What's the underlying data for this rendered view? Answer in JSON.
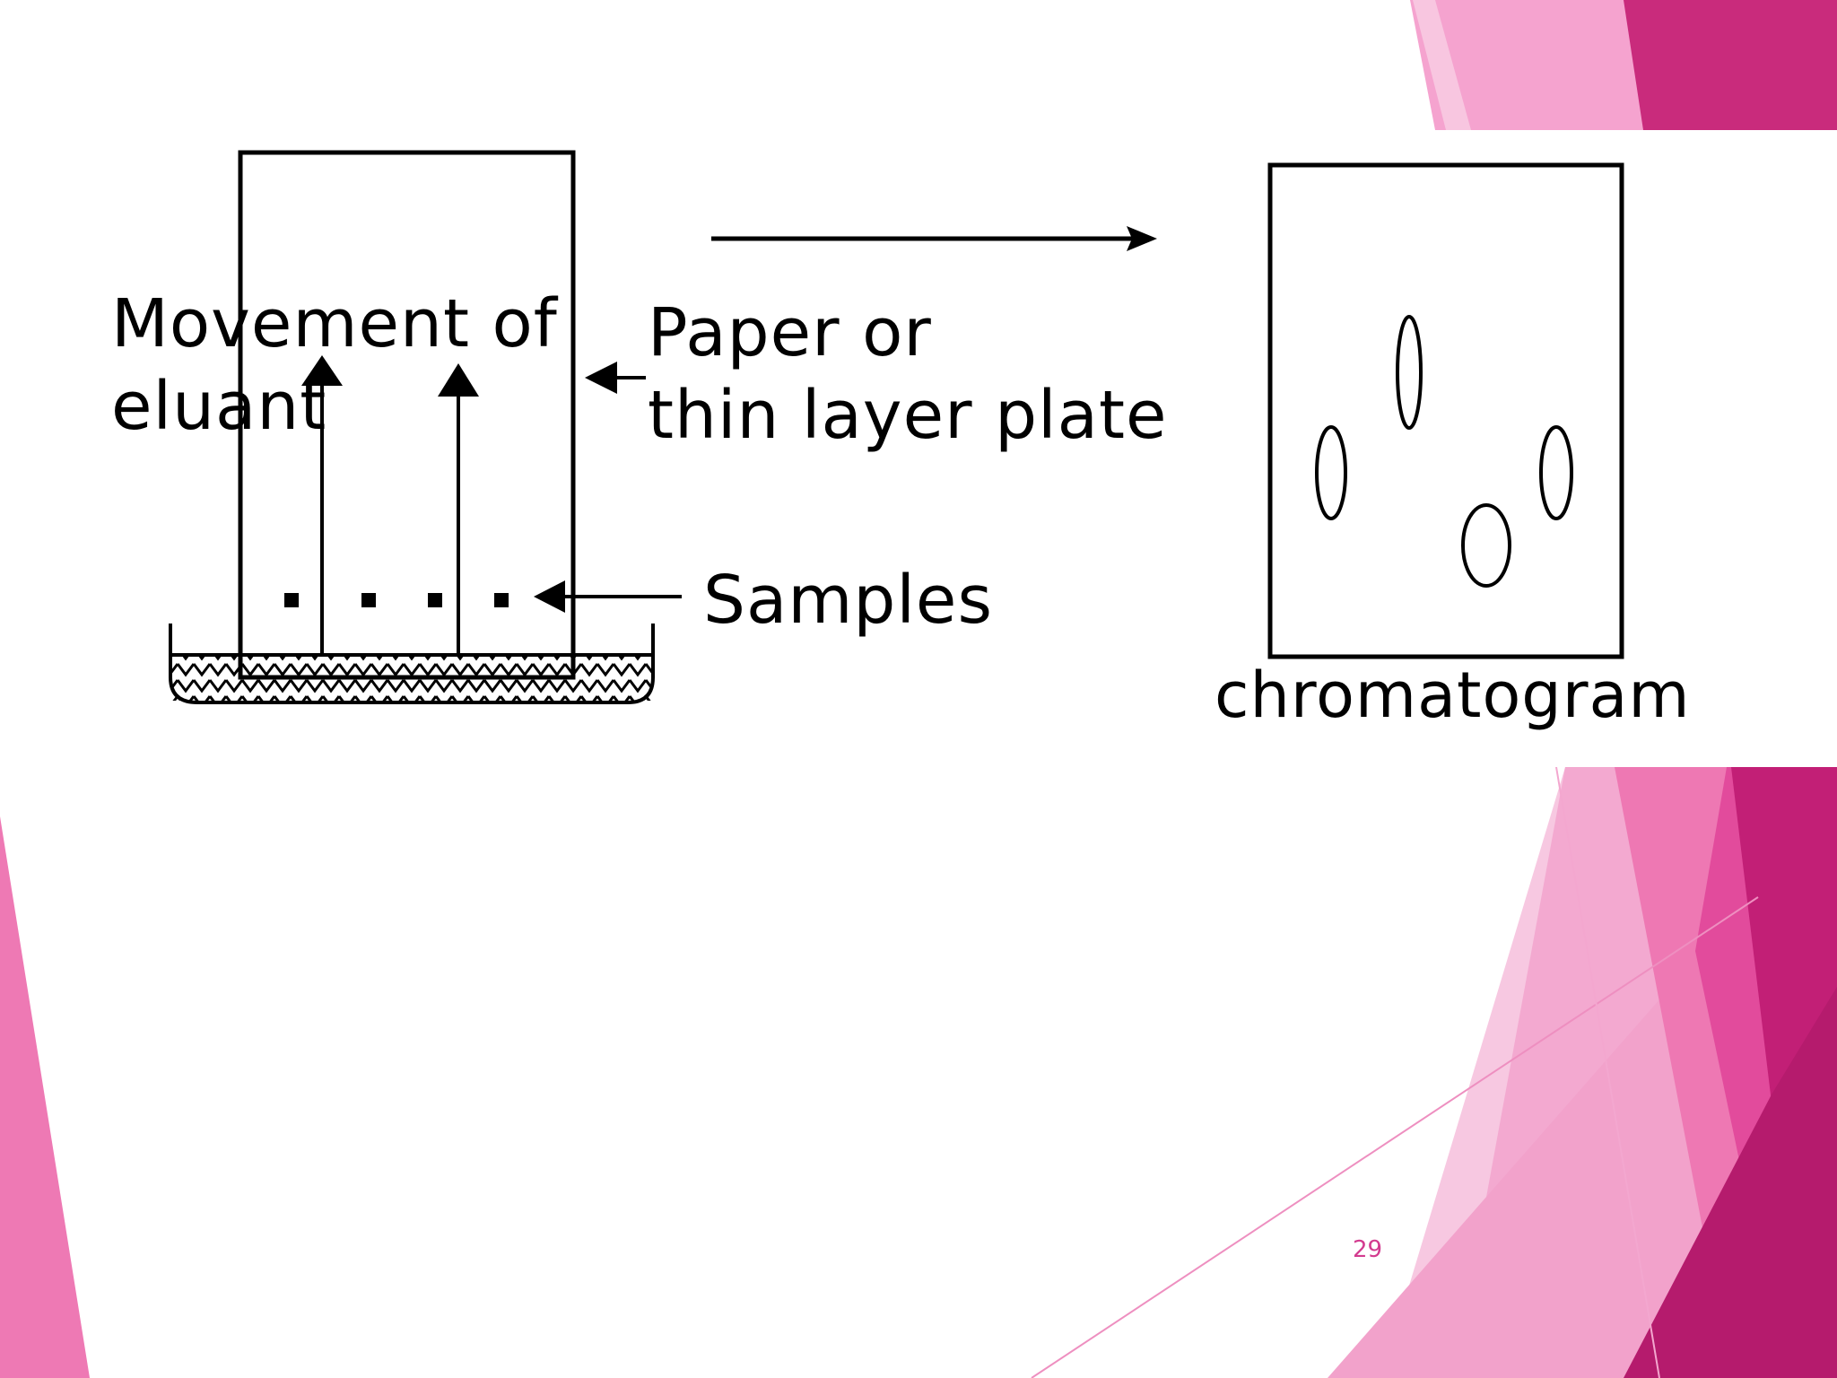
{
  "slide": {
    "page_number": "29",
    "accent_colors": {
      "dark_magenta": "#b8186e",
      "magenta": "#c92b7c",
      "pink": "#f08fc4",
      "light_pink": "#f6bfdc",
      "page_number_color": "#d33b8f"
    }
  },
  "diagram": {
    "labels": {
      "movement_line1": "Movement of",
      "movement_line2": "eluant",
      "paper_line1": "Paper or",
      "paper_line2": "thin layer plate",
      "samples": "Samples",
      "chromatogram": "chromatogram"
    }
  }
}
